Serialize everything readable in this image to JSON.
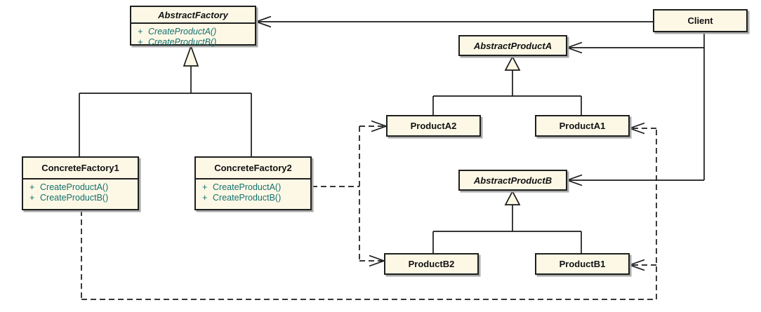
{
  "diagram_type": "uml-class-diagram",
  "colors": {
    "class_fill": "#FDF8E6",
    "class_border": "#1F1F1F",
    "method_text": "#14706E",
    "connector": "#1A1A1A",
    "background": "#FFFFFF"
  },
  "classes": {
    "abstract_factory": {
      "name": "AbstractFactory",
      "abstract": true,
      "methods": [
        {
          "visibility": "+",
          "signature": "CreateProductA()"
        },
        {
          "visibility": "+",
          "signature": "CreateProductB()"
        }
      ]
    },
    "client": {
      "name": "Client",
      "abstract": false
    },
    "concrete_factory1": {
      "name": "ConcreteFactory1",
      "abstract": false,
      "methods": [
        {
          "visibility": "+",
          "signature": "CreateProductA()"
        },
        {
          "visibility": "+",
          "signature": "CreateProductB()"
        }
      ]
    },
    "concrete_factory2": {
      "name": "ConcreteFactory2",
      "abstract": false,
      "methods": [
        {
          "visibility": "+",
          "signature": "CreateProductA()"
        },
        {
          "visibility": "+",
          "signature": "CreateProductB()"
        }
      ]
    },
    "abstract_product_a": {
      "name": "AbstractProductA",
      "abstract": true
    },
    "product_a2": {
      "name": "ProductA2",
      "abstract": false
    },
    "product_a1": {
      "name": "ProductA1",
      "abstract": false
    },
    "abstract_product_b": {
      "name": "AbstractProductB",
      "abstract": true
    },
    "product_b2": {
      "name": "ProductB2",
      "abstract": false
    },
    "product_b1": {
      "name": "ProductB1",
      "abstract": false
    }
  },
  "relationships": [
    {
      "type": "generalization",
      "from": "ConcreteFactory1",
      "to": "AbstractFactory"
    },
    {
      "type": "generalization",
      "from": "ConcreteFactory2",
      "to": "AbstractFactory"
    },
    {
      "type": "generalization",
      "from": "ProductA2",
      "to": "AbstractProductA"
    },
    {
      "type": "generalization",
      "from": "ProductA1",
      "to": "AbstractProductA"
    },
    {
      "type": "generalization",
      "from": "ProductB2",
      "to": "AbstractProductB"
    },
    {
      "type": "generalization",
      "from": "ProductB1",
      "to": "AbstractProductB"
    },
    {
      "type": "association",
      "from": "Client",
      "to": "AbstractFactory"
    },
    {
      "type": "association",
      "from": "Client",
      "to": "AbstractProductA"
    },
    {
      "type": "association",
      "from": "Client",
      "to": "AbstractProductB"
    },
    {
      "type": "dependency",
      "from": "ConcreteFactory2",
      "to": "ProductA2"
    },
    {
      "type": "dependency",
      "from": "ConcreteFactory2",
      "to": "ProductB2"
    },
    {
      "type": "dependency",
      "from": "ConcreteFactory1",
      "to": "ProductA1"
    },
    {
      "type": "dependency",
      "from": "ConcreteFactory1",
      "to": "ProductB1"
    }
  ]
}
